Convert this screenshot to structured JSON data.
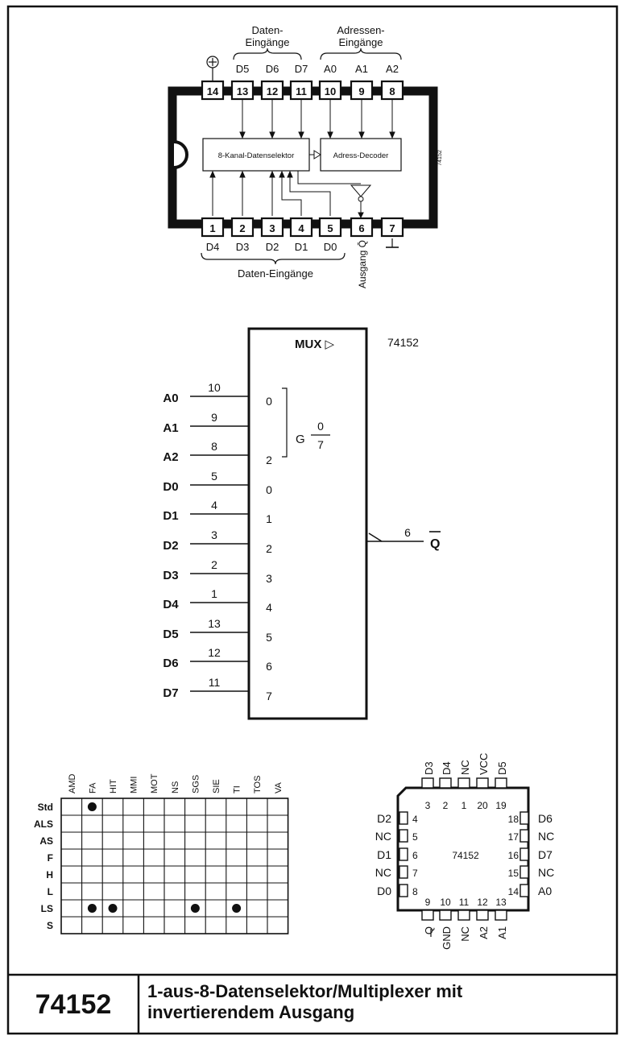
{
  "top_package": {
    "group_top_left": [
      "Daten-",
      "Eingänge"
    ],
    "group_top_right": [
      "Adressen-",
      "Eingänge"
    ],
    "group_bottom": "Daten-Eingänge",
    "vcc_symbol": "⊕",
    "top_pins": [
      {
        "num": "14",
        "label": ""
      },
      {
        "num": "13",
        "label": "D5"
      },
      {
        "num": "12",
        "label": "D6"
      },
      {
        "num": "11",
        "label": "D7"
      },
      {
        "num": "10",
        "label": "A0"
      },
      {
        "num": "9",
        "label": "A1"
      },
      {
        "num": "8",
        "label": "A2"
      }
    ],
    "bottom_pins": [
      {
        "num": "1",
        "label": "D4"
      },
      {
        "num": "2",
        "label": "D3"
      },
      {
        "num": "3",
        "label": "D2"
      },
      {
        "num": "4",
        "label": "D1"
      },
      {
        "num": "5",
        "label": "D0"
      },
      {
        "num": "6",
        "label": "Ausgang Q̄"
      },
      {
        "num": "7",
        "label": "⊥"
      }
    ],
    "selector_label": "8-Kanal-Datenselektor",
    "decoder_label": "Adress-Decoder",
    "chip_side_label": "74152"
  },
  "logic_symbol": {
    "title": "MUX ▷",
    "part": "74152",
    "g_label": "G",
    "g_num": "0",
    "g_den": "7",
    "output": {
      "pin": "6",
      "name": "Q"
    },
    "inputs": [
      {
        "name": "A0",
        "pin": "10",
        "inner": "0"
      },
      {
        "name": "A1",
        "pin": "9",
        "inner": ""
      },
      {
        "name": "A2",
        "pin": "8",
        "inner": "2"
      },
      {
        "name": "D0",
        "pin": "5",
        "inner": "0"
      },
      {
        "name": "D1",
        "pin": "4",
        "inner": "1"
      },
      {
        "name": "D2",
        "pin": "3",
        "inner": "2"
      },
      {
        "name": "D3",
        "pin": "2",
        "inner": "3"
      },
      {
        "name": "D4",
        "pin": "1",
        "inner": "4"
      },
      {
        "name": "D5",
        "pin": "13",
        "inner": "5"
      },
      {
        "name": "D6",
        "pin": "12",
        "inner": "6"
      },
      {
        "name": "D7",
        "pin": "11",
        "inner": "7"
      }
    ]
  },
  "manufacturer_table": {
    "columns": [
      "AMD",
      "FA",
      "HIT",
      "MMI",
      "MOT",
      "NS",
      "SGS",
      "SIE",
      "TI",
      "TOS",
      "VA"
    ],
    "rows": [
      "Std",
      "ALS",
      "AS",
      "F",
      "H",
      "L",
      "LS",
      "S"
    ],
    "dots": [
      {
        "row": 0,
        "col": 1
      },
      {
        "row": 6,
        "col": 1
      },
      {
        "row": 6,
        "col": 2
      },
      {
        "row": 6,
        "col": 6
      },
      {
        "row": 6,
        "col": 8
      }
    ]
  },
  "plcc": {
    "center_label": "74152",
    "top": [
      {
        "num": "3",
        "label": "D3"
      },
      {
        "num": "2",
        "label": "D4"
      },
      {
        "num": "1",
        "label": "NC"
      },
      {
        "num": "20",
        "label": "VCC"
      },
      {
        "num": "19",
        "label": "D5"
      }
    ],
    "left": [
      {
        "num": "4",
        "label": "D2"
      },
      {
        "num": "5",
        "label": "NC"
      },
      {
        "num": "6",
        "label": "D1"
      },
      {
        "num": "7",
        "label": "NC"
      },
      {
        "num": "8",
        "label": "D0"
      }
    ],
    "right": [
      {
        "num": "18",
        "label": "D6"
      },
      {
        "num": "17",
        "label": "NC"
      },
      {
        "num": "16",
        "label": "D7"
      },
      {
        "num": "15",
        "label": "NC"
      },
      {
        "num": "14",
        "label": "A0"
      }
    ],
    "bottom": [
      {
        "num": "9",
        "label": "Q"
      },
      {
        "num": "10",
        "label": "GND"
      },
      {
        "num": "11",
        "label": "NC"
      },
      {
        "num": "12",
        "label": "A2"
      },
      {
        "num": "13",
        "label": "A1"
      }
    ]
  },
  "footer": {
    "part_number": "74152",
    "title_line1": "1-aus-8-Datenselektor/Multiplexer mit",
    "title_line2": "invertierendem Ausgang"
  }
}
